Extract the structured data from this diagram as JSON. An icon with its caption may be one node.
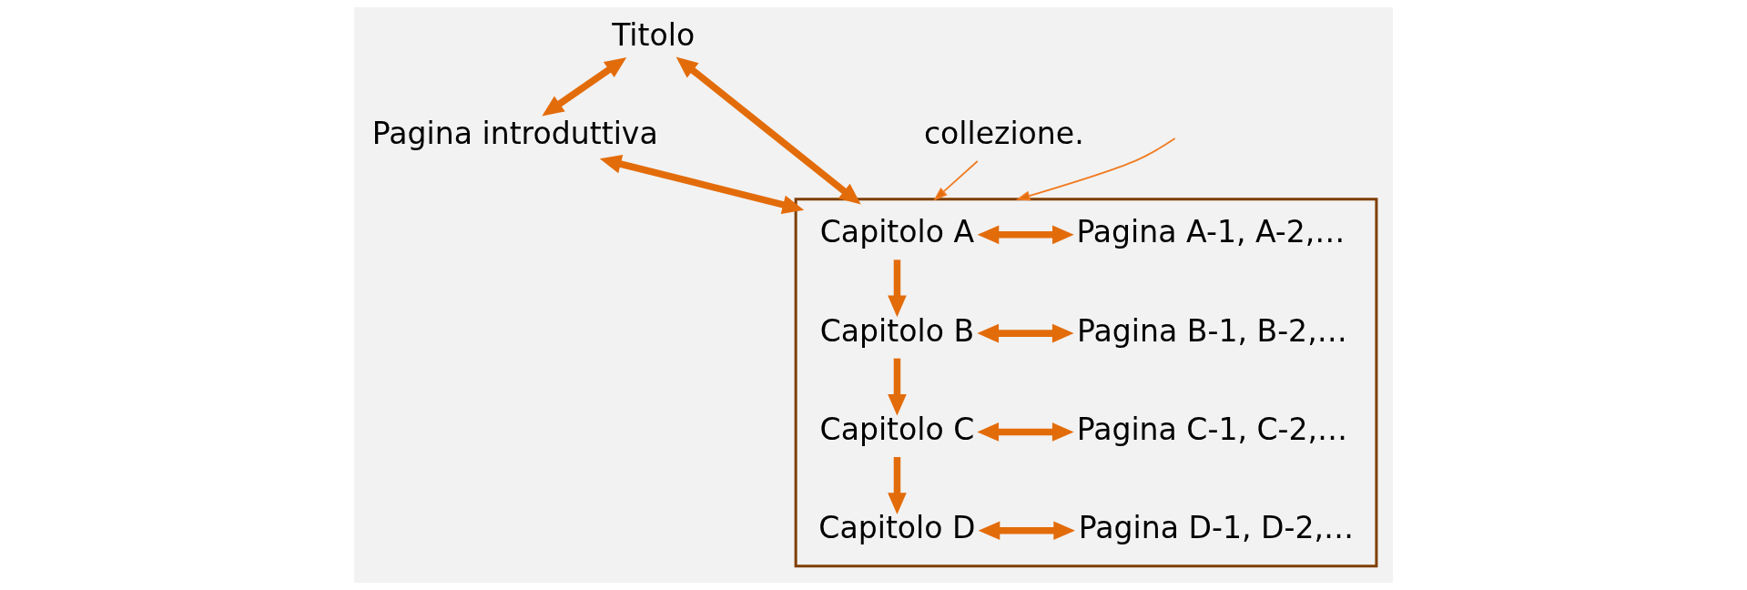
{
  "diagram": {
    "nodes": [
      {
        "text": [
          "Titolo"
        ]
      },
      {
        "text": [
          "Pagina introduttiva"
        ]
      },
      {
        "text": [],
        "shape": "box"
      },
      {
        "text": [
          "Capitolo A"
        ],
        "in": 2
      },
      {
        "text": [
          "Pagina A-1, A-2,…"
        ],
        "in": 2
      },
      {
        "text": [
          "Capitolo B"
        ],
        "in": 2
      },
      {
        "text": [
          "Pagina B-1, B-2,…"
        ],
        "in": 2
      },
      {
        "text": [
          "Capitolo C"
        ],
        "in": 2
      },
      {
        "text": [
          "Pagina C-1, C-2,…"
        ],
        "in": 2
      },
      {
        "text": [
          "Capitolo D"
        ],
        "in": 2
      },
      {
        "text": [
          "Pagina D-1, D-2,…"
        ],
        "in": 2
      },
      {
        "text": [
          "collezione."
        ]
      }
    ],
    "edges": [
      {
        "from": 0,
        "to": 1,
        "arrow": "both"
      },
      {
        "from": 0,
        "to": 2,
        "arrow": "both"
      },
      {
        "from": 1,
        "to": 2,
        "arrow": "both"
      },
      {
        "from": 3,
        "to": 4,
        "arrow": "both"
      },
      {
        "from": 3,
        "to": 5,
        "arrow": "to"
      },
      {
        "from": 5,
        "to": 6,
        "arrow": "both"
      },
      {
        "from": 5,
        "to": 7,
        "arrow": "to"
      },
      {
        "from": 7,
        "to": 8,
        "arrow": "both"
      },
      {
        "from": 7,
        "to": 9,
        "arrow": "to"
      },
      {
        "from": 9,
        "to": 10,
        "arrow": "both"
      },
      {
        "from": 11,
        "to": 2,
        "arrow": "to",
        "color": "#f07b22"
      },
      {
        "from": null,
        "to": 2,
        "arrow": "to",
        "color": "#f07b22"
      }
    ]
  }
}
